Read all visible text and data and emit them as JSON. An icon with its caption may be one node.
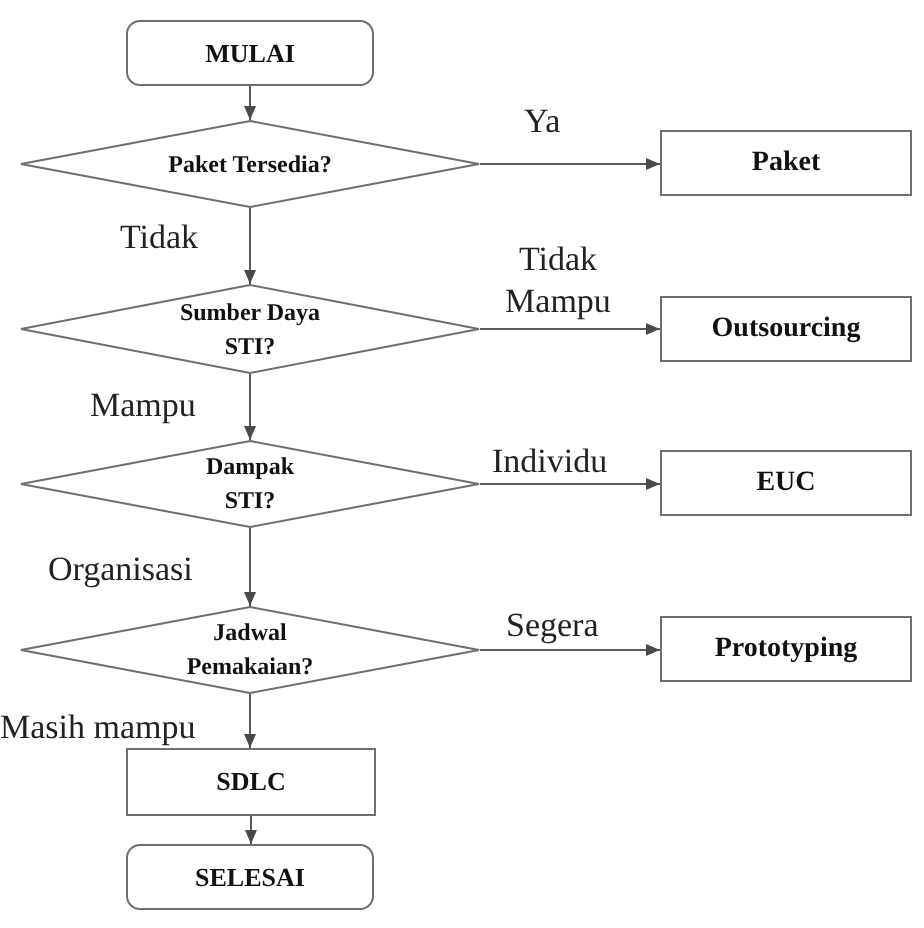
{
  "diagram": {
    "nodes": [
      {
        "text": [
          "MULAI"
        ]
      },
      {
        "text": [
          "Paket Tersedia?"
        ]
      },
      {
        "text": [
          "Paket"
        ]
      },
      {
        "text": [
          "Sumber Daya STI?"
        ]
      },
      {
        "text": [
          "Outsourcing"
        ]
      },
      {
        "text": [
          "Dampak STI?"
        ]
      },
      {
        "text": [
          "EUC"
        ]
      },
      {
        "text": [
          "Jadwal Pemakaian?"
        ]
      },
      {
        "text": [
          "Prototyping"
        ]
      },
      {
        "text": [
          "SDLC"
        ]
      },
      {
        "text": [
          "SELESAI"
        ]
      }
    ],
    "edges": [
      {
        "from": 0,
        "to": 1,
        "arrow": "to"
      },
      {
        "from": 1,
        "to": 2,
        "arrow": "to",
        "label": "Ya"
      },
      {
        "from": 1,
        "to": 3,
        "arrow": "to",
        "label": "Tidak"
      },
      {
        "from": 3,
        "to": 4,
        "arrow": "to",
        "label": "Tidak Mampu"
      },
      {
        "from": 3,
        "to": 5,
        "arrow": "to",
        "label": "Mampu"
      },
      {
        "from": 5,
        "to": 6,
        "arrow": "to",
        "label": "Individu"
      },
      {
        "from": 5,
        "to": 7,
        "arrow": "to",
        "label": "Organisasi"
      },
      {
        "from": 7,
        "to": 8,
        "arrow": "to",
        "label": "Segera"
      },
      {
        "from": 7,
        "to": 9,
        "arrow": "to",
        "label": "Masih mampu"
      },
      {
        "from": 9,
        "to": 10,
        "arrow": "to"
      }
    ]
  }
}
